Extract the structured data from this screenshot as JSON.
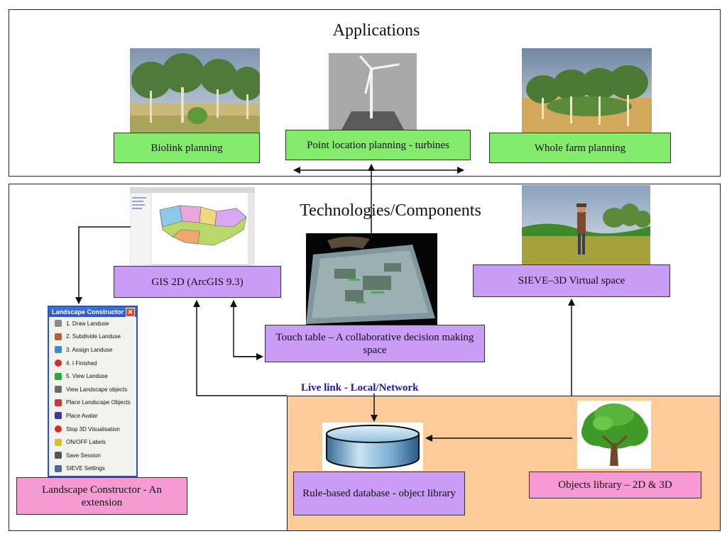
{
  "applications": {
    "heading": "Applications",
    "items": [
      {
        "label": "Biolink planning"
      },
      {
        "label": "Point location planning - turbines"
      },
      {
        "label": "Whole farm planning"
      }
    ]
  },
  "technologies": {
    "heading": "Technologies/Components",
    "gis": "GIS 2D (ArcGIS 9.3)",
    "sieve": "SIEVE–3D Virtual space",
    "touch_table": "Touch table – A collaborative decision making space",
    "landscape_constructor": "Landscape Constructor - An extension",
    "live_link": "Live link - Local/Network",
    "database": "Rule-based database - object library",
    "objects_library": "Objects library – 2D & 3D"
  },
  "landscape_panel": {
    "title": "Landscape Constructor ...",
    "close": "✕",
    "items": [
      {
        "label": "1. Draw Landuse",
        "icon": "pencil-icon",
        "color": "#8a8a8a"
      },
      {
        "label": "2. Subdivide Landuse",
        "icon": "grid-icon",
        "color": "#b0623a"
      },
      {
        "label": "3. Assign Landuse",
        "icon": "assign-icon",
        "color": "#3a8ac8"
      },
      {
        "label": "4. I Finished",
        "icon": "stop-icon",
        "color": "#d42a2a"
      },
      {
        "label": "5. View Landuse",
        "icon": "leaf-icon",
        "color": "#2aa83a"
      },
      {
        "label": "View Landscape objects",
        "icon": "cube-icon",
        "color": "#6a6a6a"
      },
      {
        "label": "Place Landscape Objects",
        "icon": "pin-icon",
        "color": "#c83a3a"
      },
      {
        "label": "Place Avatar",
        "icon": "avatar-icon",
        "color": "#3a3a9a"
      },
      {
        "label": "Stop 3D Visualisation",
        "icon": "stop-sign-icon",
        "color": "#d42a2a"
      },
      {
        "label": "ON/OFF Labels",
        "icon": "bulb-icon",
        "color": "#d4c02a"
      },
      {
        "label": "Save Session",
        "icon": "save-icon",
        "color": "#555555"
      },
      {
        "label": "SIEVE Settings",
        "icon": "settings-icon",
        "color": "#4a6a9a"
      }
    ]
  },
  "colors": {
    "green": "#84ec6c",
    "purple": "#c99cf5",
    "pink": "#f59ad2",
    "peach": "#fccb99",
    "link_blue": "#1a1aa8"
  }
}
